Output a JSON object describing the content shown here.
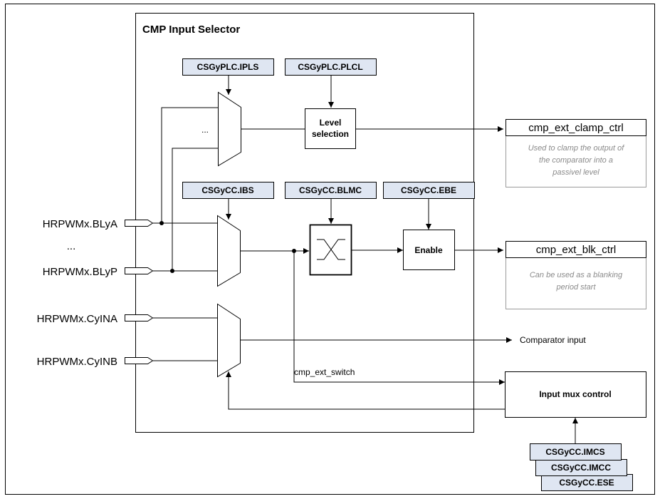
{
  "selector_title": "CMP Input Selector",
  "registers": {
    "plc_ipls": "CSGyPLC.IPLS",
    "plc_plcl": "CSGyPLC.PLCL",
    "cc_ibs": "CSGyCC.IBS",
    "cc_blmc": "CSGyCC.BLMC",
    "cc_ebe": "CSGyCC.EBE",
    "cc_imcs": "CSGyCC.IMCS",
    "cc_imcc": "CSGyCC.IMCC",
    "cc_ese": "CSGyCC.ESE"
  },
  "blocks": {
    "level_selection_line1": "Level",
    "level_selection_line2": "selection",
    "enable": "Enable",
    "input_mux_control": "Input mux control"
  },
  "inputs": {
    "blya": "HRPWMx.BLyA",
    "ellipsis": "...",
    "blyp": "HRPWMx.BLyP",
    "cyina": "HRPWMx.CyINA",
    "cyinb": "HRPWMx.CyINB"
  },
  "mux_ellipsis": "...",
  "outputs": {
    "clamp": {
      "title": "cmp_ext_clamp_ctrl",
      "desc": [
        "Used to clamp the output of",
        "the comparator into a",
        "passivel level"
      ]
    },
    "blk": {
      "title": "cmp_ext_blk_ctrl",
      "desc": [
        "Can be used as a blanking",
        "period start"
      ]
    },
    "comparator_input": "Comparator input",
    "switch_label": "cmp_ext_switch"
  }
}
